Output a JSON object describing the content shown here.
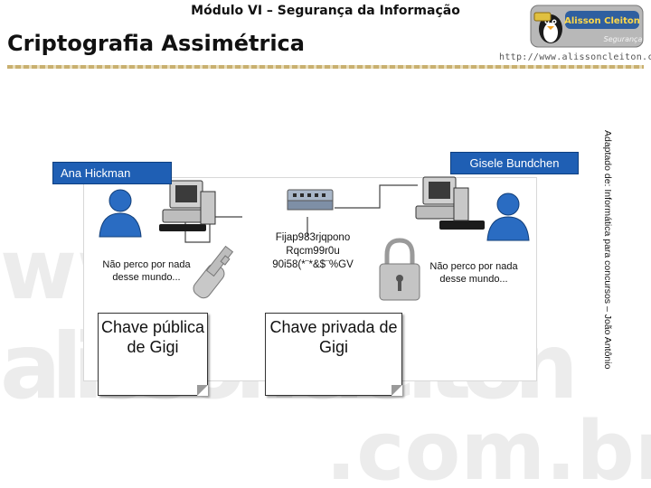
{
  "header": {
    "module_title": "Módulo VI – Segurança da Informação",
    "slide_title": "Criptografia Assimétrica",
    "url": "http://www.alissoncleiton.com.br"
  },
  "logo": {
    "name_text": "Alisson Cleiton",
    "tagline_text": "Segurança"
  },
  "watermark": {
    "line1": "www.",
    "line2": "alissoncleiton",
    "line3": ".com.br"
  },
  "diagram": {
    "sender": {
      "name": "Ana Hickman",
      "message": "Não perco por nada desse mundo..."
    },
    "receiver": {
      "name": "Gisele Bundchen",
      "message": "Não perco por nada desse mundo..."
    },
    "ciphertext": "Fijap983rjqpono Rqcm99r0u 90i58(*¨*&$¨%GV",
    "public_key_label": "Chave pública de Gigi",
    "private_key_label": "Chave privada de Gigi"
  },
  "credit": "Adaptado de: Informática para concursos – João Antônio",
  "colors": {
    "badge_blue": "#1f5fb4",
    "user_blue": "#2a6cc2",
    "divider_gold": "#c9b070"
  }
}
